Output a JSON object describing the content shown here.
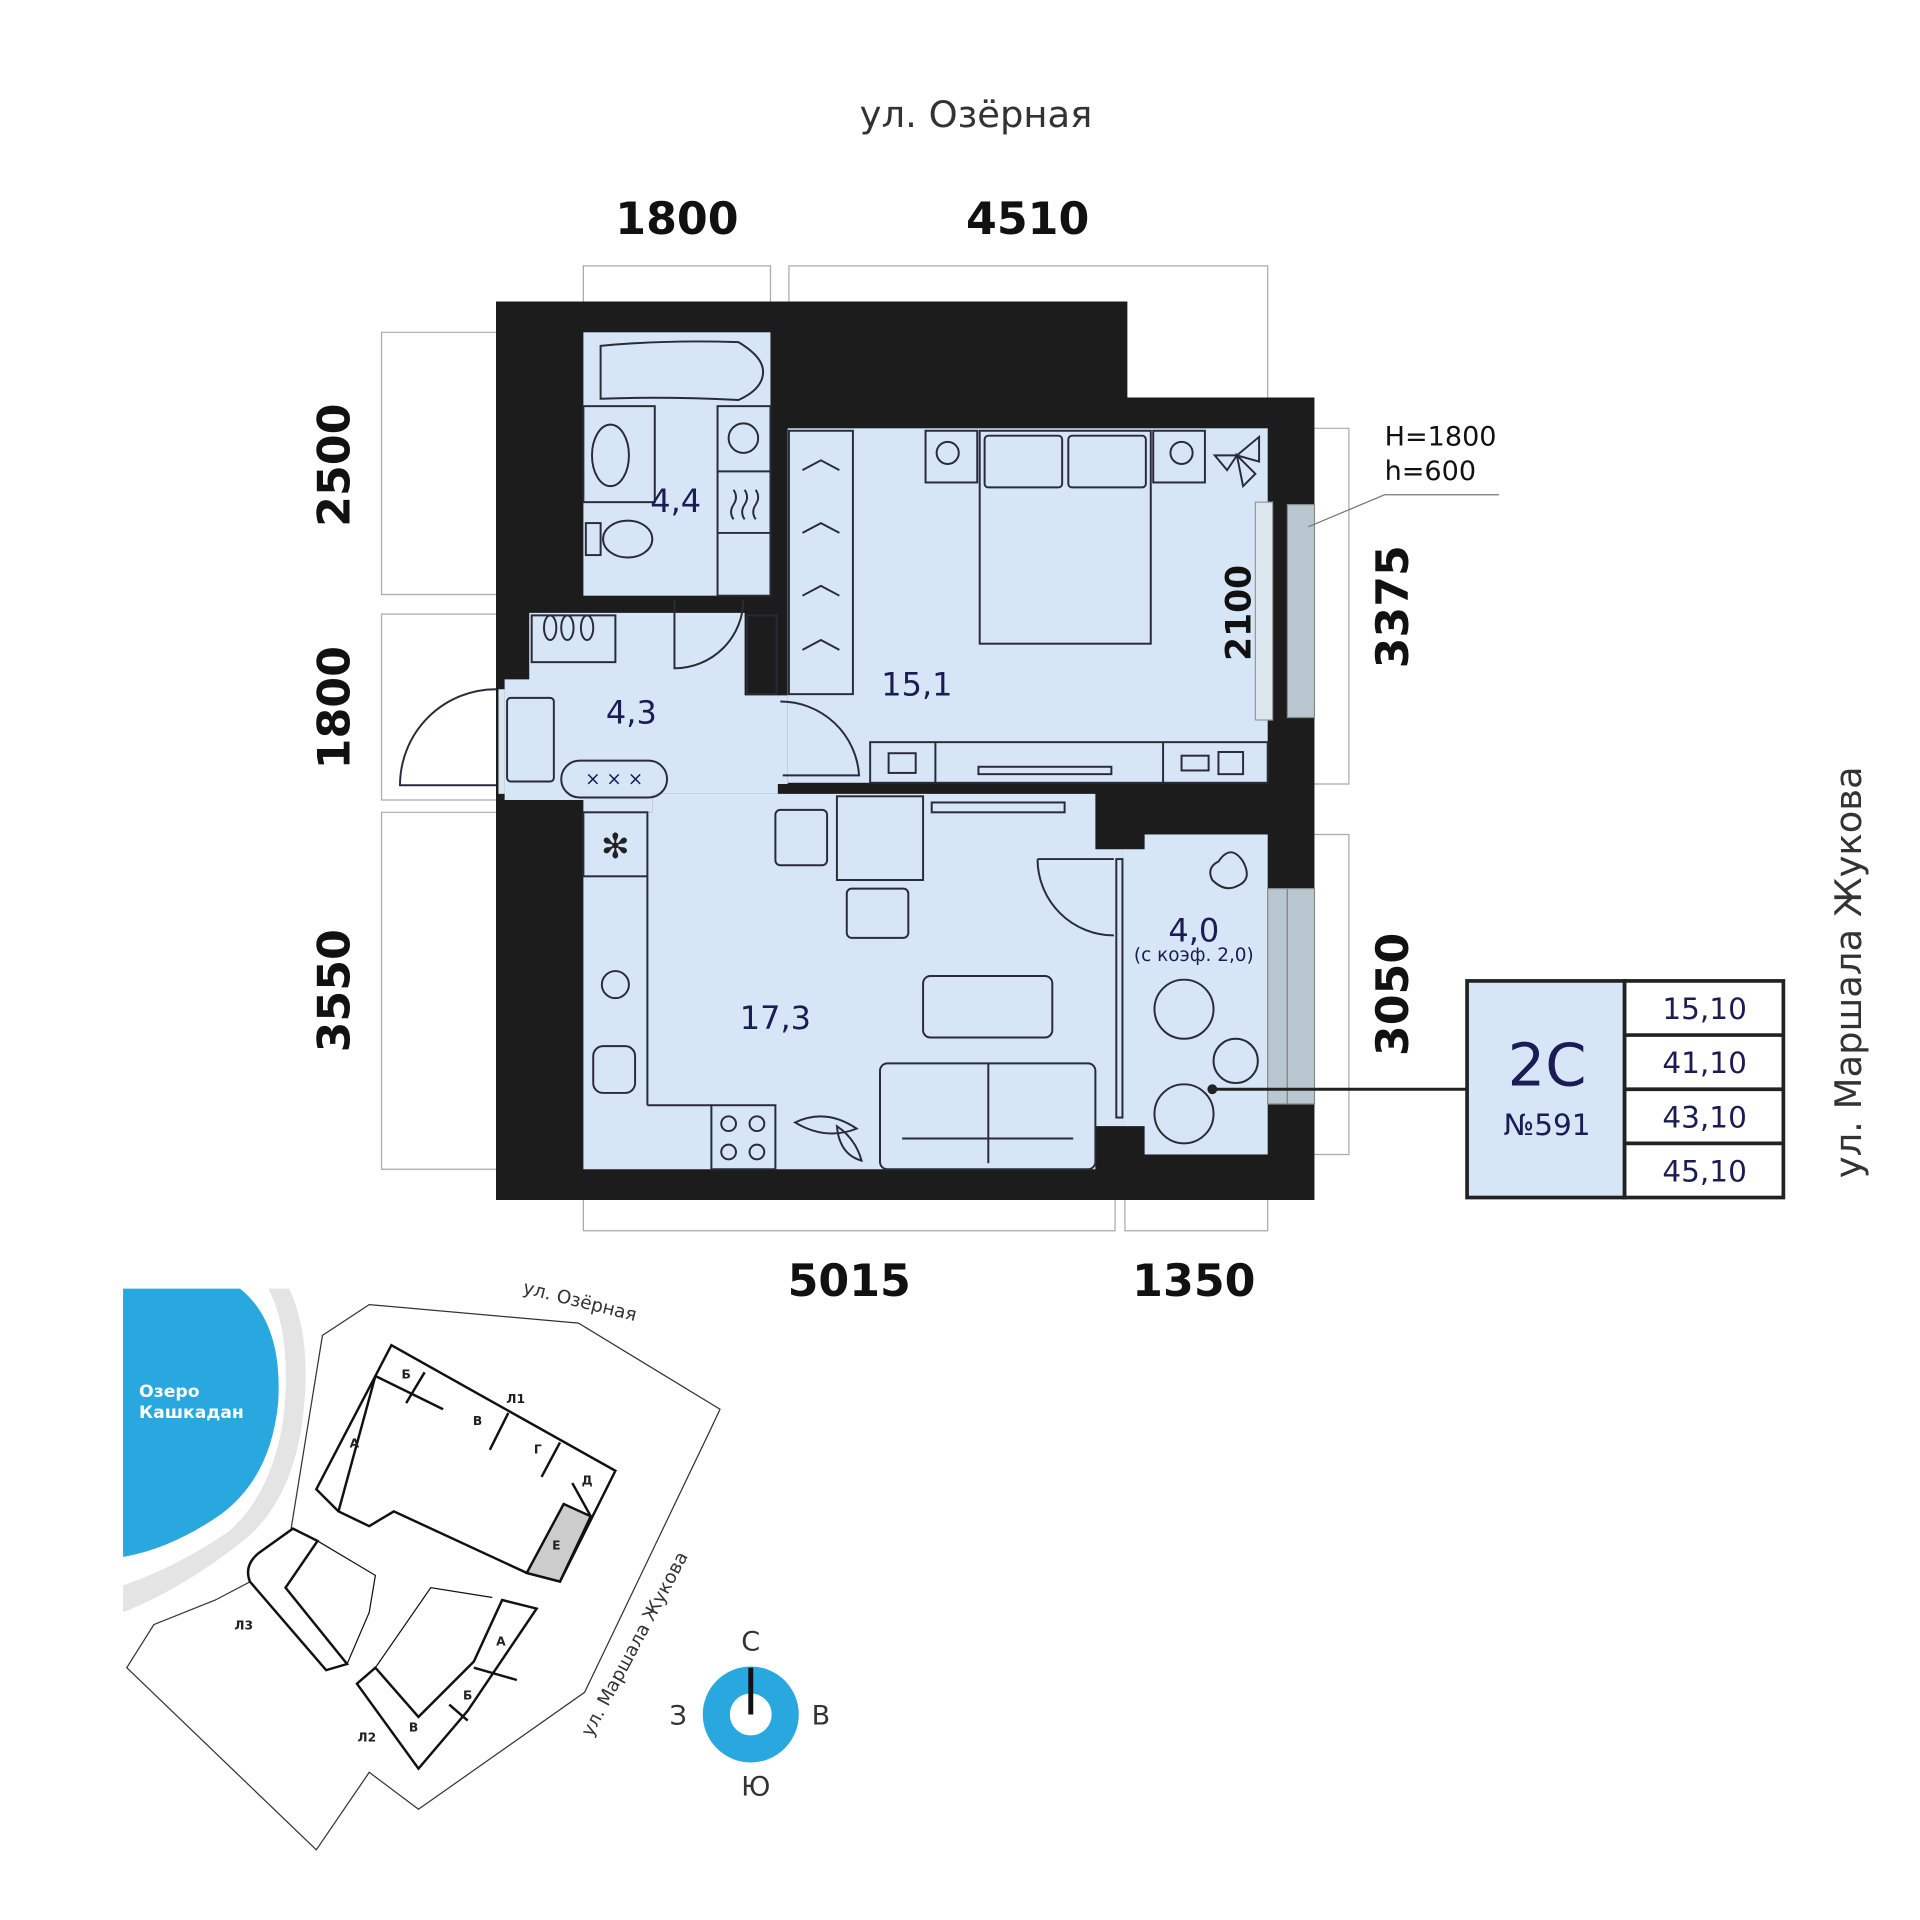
{
  "streets": {
    "top": "ул. Озёрная",
    "right": "ул. Маршала Жукова"
  },
  "dimensions": {
    "top": [
      "1800",
      "4510"
    ],
    "bottom": [
      "5015",
      "1350"
    ],
    "left": [
      "2500",
      "1800",
      "3550"
    ],
    "right": [
      "3375",
      "3050"
    ],
    "inner": "2100"
  },
  "window_note": {
    "h_total": "H=1800",
    "h_sill": "h=600"
  },
  "rooms": {
    "bathroom": "4,4",
    "hall": "4,3",
    "bedroom": "15,1",
    "living_kitchen": "17,3",
    "balcony": "4,0",
    "balcony_note": "(с коэф. 2,0)"
  },
  "apartment": {
    "type": "2С",
    "number": "№591",
    "areas": [
      "15,10",
      "41,10",
      "43,10",
      "45,10"
    ]
  },
  "site_plan": {
    "lake": [
      "Озеро",
      "Кашкадан"
    ],
    "street_top": "ул. Озёрная",
    "street_right": "ул. Маршала Жукова",
    "buildings": {
      "l1": {
        "label": "Л1",
        "sections": [
          "А",
          "Б",
          "В",
          "Г",
          "Д",
          "Е"
        ]
      },
      "l2": {
        "label": "Л2",
        "sections": [
          "А",
          "Б",
          "В"
        ]
      },
      "l3": {
        "label": "Л3"
      }
    },
    "highlighted_section": "Е"
  },
  "compass": {
    "north": "С",
    "south": "Ю",
    "west": "З",
    "east": "В"
  },
  "colors": {
    "room": "#d6e6f6",
    "wall": "#1c1c1c",
    "lake": "#29a8e0",
    "text": "#1c1c55",
    "highlight": "#cccccc"
  }
}
